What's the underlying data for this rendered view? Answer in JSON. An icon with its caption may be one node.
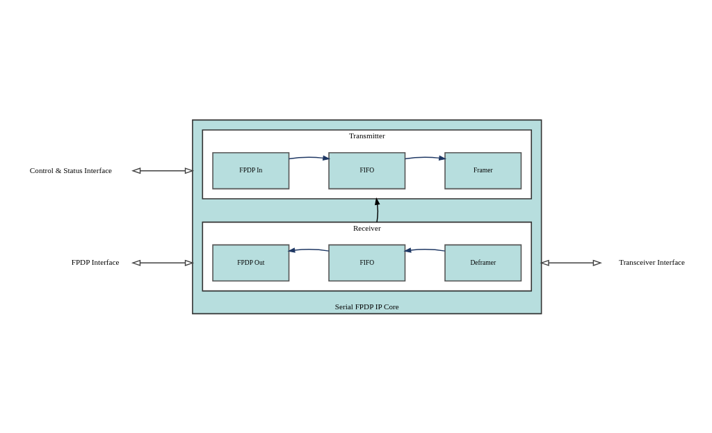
{
  "diagram": {
    "nodes": [
      {
        "text": [
          "Serial FPDP IP Core"
        ]
      },
      {
        "text": [
          "Transmitter"
        ],
        "in": 0
      },
      {
        "text": [
          "FPDP In"
        ],
        "in": 1
      },
      {
        "text": [
          "FIFO"
        ],
        "in": 1
      },
      {
        "text": [
          "Framer"
        ],
        "in": 1
      },
      {
        "text": [
          "Receiver"
        ],
        "in": 0
      },
      {
        "text": [
          "FPDP Out"
        ],
        "in": 5
      },
      {
        "text": [
          "FIFO"
        ],
        "in": 5
      },
      {
        "text": [
          "Deframer"
        ],
        "in": 5
      },
      {
        "text": [
          "Control & Status Interface"
        ]
      },
      {
        "text": [
          "FPDP Interface"
        ]
      },
      {
        "text": [
          "Transceiver Interface"
        ]
      }
    ],
    "edges": [
      {
        "from": 2,
        "to": 3,
        "arrow": "to"
      },
      {
        "from": 3,
        "to": 4,
        "arrow": "to"
      },
      {
        "from": 5,
        "to": 1,
        "arrow": "to",
        "color": "#000000"
      },
      {
        "from": 8,
        "to": 7,
        "arrow": "to"
      },
      {
        "from": 7,
        "to": 6,
        "arrow": "to"
      },
      {
        "from": 9,
        "to": 0,
        "arrow": "both",
        "color": "#404040"
      },
      {
        "from": 10,
        "to": 0,
        "arrow": "both",
        "color": "#404040"
      },
      {
        "from": 11,
        "to": 0,
        "arrow": "both",
        "color": "#404040"
      }
    ]
  }
}
